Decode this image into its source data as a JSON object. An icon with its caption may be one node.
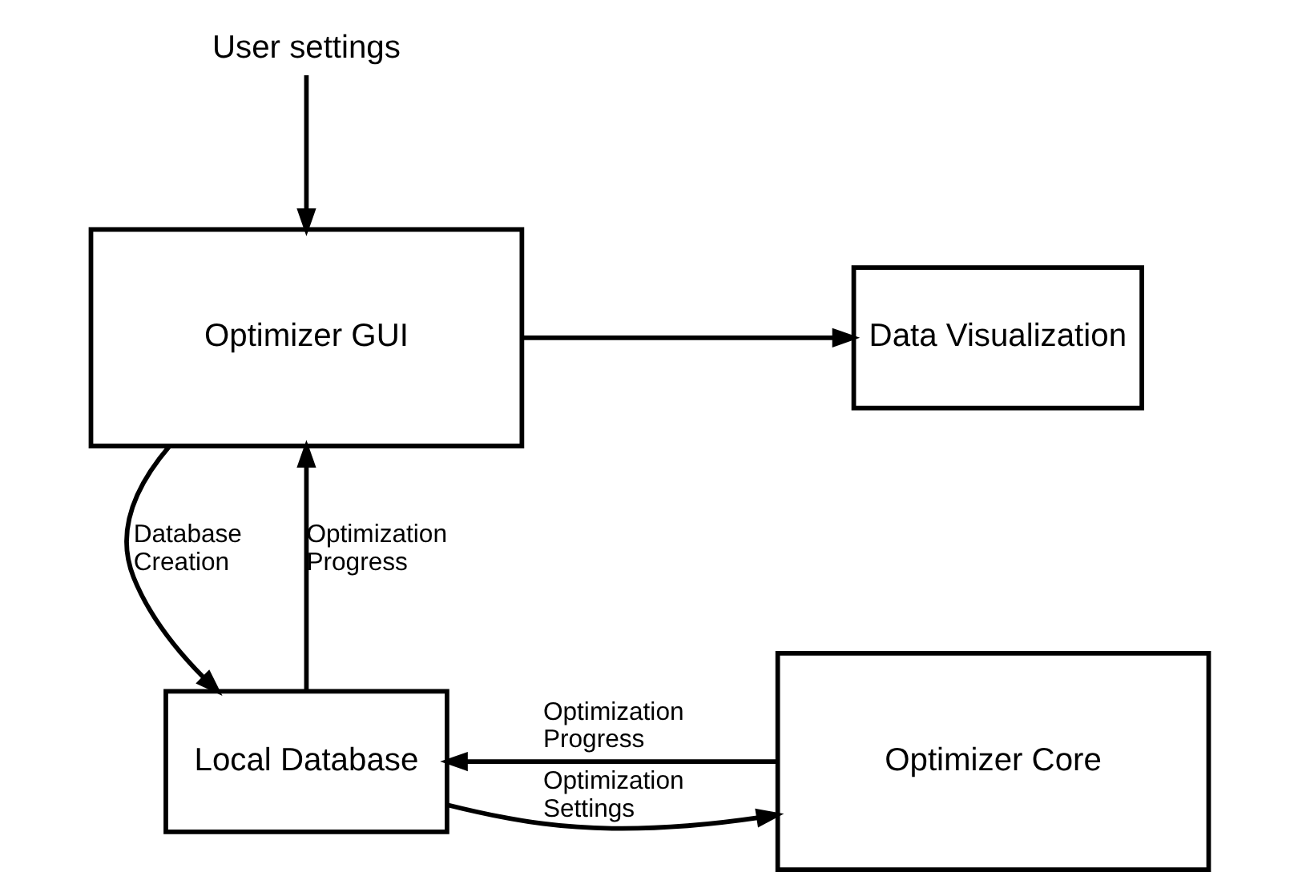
{
  "diagram": {
    "nodes": [
      {
        "text": [
          "User settings"
        ]
      },
      {
        "text": [
          "Optimizer GUI"
        ]
      },
      {
        "text": [
          "Data Visualization"
        ]
      },
      {
        "text": [
          "Local Database"
        ]
      },
      {
        "text": [
          "Optimizer Core"
        ]
      }
    ],
    "edges": [
      {
        "from": 0,
        "to": 1,
        "arrow": "to"
      },
      {
        "from": 1,
        "to": 2,
        "arrow": "to"
      },
      {
        "from": 1,
        "to": 3,
        "arrow": "to",
        "label": "Database Creation"
      },
      {
        "from": 3,
        "to": 1,
        "arrow": "to",
        "label": "Optimization Progress"
      },
      {
        "from": 4,
        "to": 3,
        "arrow": "to",
        "label": "Optimization Progress"
      },
      {
        "from": 3,
        "to": 4,
        "arrow": "to",
        "label": "Optimization Settings"
      }
    ]
  }
}
